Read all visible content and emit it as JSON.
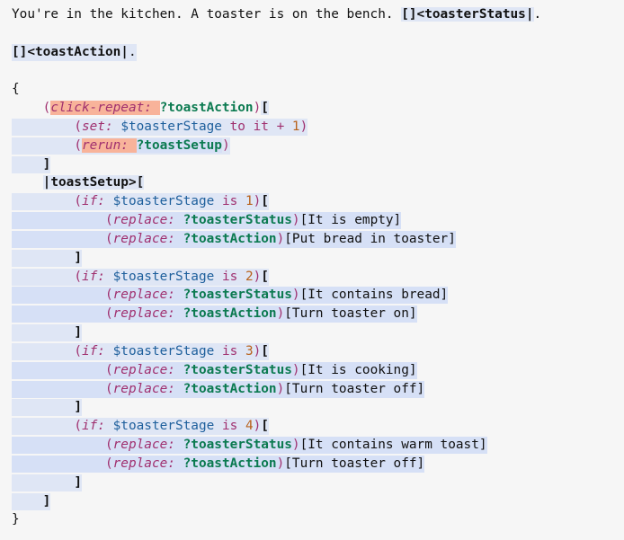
{
  "lines": [
    {
      "bg": "none",
      "t": [
        [
          "plain",
          "You're in the kitchen. A toaster is on the bench. "
        ],
        [
          "brbg",
          "[]<toasterStatus|"
        ],
        [
          "plain",
          "."
        ]
      ]
    },
    {
      "bg": "none",
      "t": []
    },
    {
      "bg": "line",
      "t": [
        [
          "br",
          "[]<toastAction|"
        ],
        [
          "plain",
          "."
        ]
      ]
    },
    {
      "bg": "none",
      "t": []
    },
    {
      "bg": "none",
      "t": [
        [
          "plain",
          "{"
        ]
      ]
    },
    {
      "bg": "none",
      "t": [
        [
          "plain",
          "    "
        ],
        [
          "paren",
          "("
        ],
        [
          "macro-err",
          "click-repeat: "
        ],
        [
          "ref",
          "?toastAction"
        ],
        [
          "paren",
          ")"
        ],
        [
          "brbg",
          "["
        ]
      ]
    },
    {
      "bg": "line",
      "t": [
        [
          "plain",
          "        "
        ],
        [
          "paren",
          "("
        ],
        [
          "macro",
          "set: "
        ],
        [
          "var",
          "$toasterStage "
        ],
        [
          "kw",
          "to it + "
        ],
        [
          "num",
          "1"
        ],
        [
          "paren",
          ")"
        ]
      ]
    },
    {
      "bg": "line",
      "t": [
        [
          "plain",
          "        "
        ],
        [
          "paren",
          "("
        ],
        [
          "macro-err",
          "rerun: "
        ],
        [
          "refbg",
          "?toastSetup"
        ],
        [
          "paren",
          ")"
        ]
      ]
    },
    {
      "bg": "line",
      "t": [
        [
          "plain",
          "    "
        ],
        [
          "br",
          "]"
        ]
      ]
    },
    {
      "bg": "none",
      "t": [
        [
          "plain",
          "    "
        ],
        [
          "brbg",
          "|toastSetup>["
        ]
      ]
    },
    {
      "bg": "line",
      "t": [
        [
          "plain",
          "        "
        ],
        [
          "paren",
          "("
        ],
        [
          "macro",
          "if: "
        ],
        [
          "var",
          "$toasterStage "
        ],
        [
          "kw",
          "is "
        ],
        [
          "num",
          "1"
        ],
        [
          "paren",
          ")"
        ],
        [
          "brbg",
          "["
        ]
      ]
    },
    {
      "bg": "line2",
      "t": [
        [
          "plain",
          "            "
        ],
        [
          "paren",
          "("
        ],
        [
          "macro",
          "replace: "
        ],
        [
          "refbg",
          "?toasterStatus"
        ],
        [
          "paren",
          ")"
        ],
        [
          "plain",
          "[It is empty]"
        ]
      ]
    },
    {
      "bg": "line2",
      "t": [
        [
          "plain",
          "            "
        ],
        [
          "paren",
          "("
        ],
        [
          "macro",
          "replace: "
        ],
        [
          "refbg",
          "?toastAction"
        ],
        [
          "paren",
          ")"
        ],
        [
          "plain",
          "[Put bread in toaster]"
        ]
      ]
    },
    {
      "bg": "line",
      "t": [
        [
          "plain",
          "        "
        ],
        [
          "br",
          "]"
        ]
      ]
    },
    {
      "bg": "line",
      "t": [
        [
          "plain",
          "        "
        ],
        [
          "paren",
          "("
        ],
        [
          "macro",
          "if: "
        ],
        [
          "var",
          "$toasterStage "
        ],
        [
          "kw",
          "is "
        ],
        [
          "num",
          "2"
        ],
        [
          "paren",
          ")"
        ],
        [
          "brbg",
          "["
        ]
      ]
    },
    {
      "bg": "line2",
      "t": [
        [
          "plain",
          "            "
        ],
        [
          "paren",
          "("
        ],
        [
          "macro",
          "replace: "
        ],
        [
          "refbg",
          "?toasterStatus"
        ],
        [
          "paren",
          ")"
        ],
        [
          "plain",
          "[It contains bread]"
        ]
      ]
    },
    {
      "bg": "line2",
      "t": [
        [
          "plain",
          "            "
        ],
        [
          "paren",
          "("
        ],
        [
          "macro",
          "replace: "
        ],
        [
          "refbg",
          "?toastAction"
        ],
        [
          "paren",
          ")"
        ],
        [
          "plain",
          "[Turn toaster on]"
        ]
      ]
    },
    {
      "bg": "line",
      "t": [
        [
          "plain",
          "        "
        ],
        [
          "br",
          "]"
        ]
      ]
    },
    {
      "bg": "line",
      "t": [
        [
          "plain",
          "        "
        ],
        [
          "paren",
          "("
        ],
        [
          "macro",
          "if: "
        ],
        [
          "var",
          "$toasterStage "
        ],
        [
          "kw",
          "is "
        ],
        [
          "num",
          "3"
        ],
        [
          "paren",
          ")"
        ],
        [
          "brbg",
          "["
        ]
      ]
    },
    {
      "bg": "line2",
      "t": [
        [
          "plain",
          "            "
        ],
        [
          "paren",
          "("
        ],
        [
          "macro",
          "replace: "
        ],
        [
          "refbg",
          "?toasterStatus"
        ],
        [
          "paren",
          ")"
        ],
        [
          "plain",
          "[It is cooking]"
        ]
      ]
    },
    {
      "bg": "line2",
      "t": [
        [
          "plain",
          "            "
        ],
        [
          "paren",
          "("
        ],
        [
          "macro",
          "replace: "
        ],
        [
          "refbg",
          "?toastAction"
        ],
        [
          "paren",
          ")"
        ],
        [
          "plain",
          "[Turn toaster off]"
        ]
      ]
    },
    {
      "bg": "line",
      "t": [
        [
          "plain",
          "        "
        ],
        [
          "br",
          "]"
        ]
      ]
    },
    {
      "bg": "line",
      "t": [
        [
          "plain",
          "        "
        ],
        [
          "paren",
          "("
        ],
        [
          "macro",
          "if: "
        ],
        [
          "var",
          "$toasterStage "
        ],
        [
          "kw",
          "is "
        ],
        [
          "num",
          "4"
        ],
        [
          "paren",
          ")"
        ],
        [
          "brbg",
          "["
        ]
      ]
    },
    {
      "bg": "line2",
      "t": [
        [
          "plain",
          "            "
        ],
        [
          "paren",
          "("
        ],
        [
          "macro",
          "replace: "
        ],
        [
          "refbg",
          "?toasterStatus"
        ],
        [
          "paren",
          ")"
        ],
        [
          "plain",
          "[It contains warm toast]"
        ]
      ]
    },
    {
      "bg": "line2",
      "t": [
        [
          "plain",
          "            "
        ],
        [
          "paren",
          "("
        ],
        [
          "macro",
          "replace: "
        ],
        [
          "refbg",
          "?toastAction"
        ],
        [
          "paren",
          ")"
        ],
        [
          "plain",
          "[Turn toaster off]"
        ]
      ]
    },
    {
      "bg": "line",
      "t": [
        [
          "plain",
          "        "
        ],
        [
          "br",
          "]"
        ]
      ]
    },
    {
      "bg": "line",
      "t": [
        [
          "plain",
          "    "
        ],
        [
          "br",
          "]"
        ]
      ]
    },
    {
      "bg": "none",
      "t": [
        [
          "plain",
          "}"
        ]
      ]
    }
  ]
}
